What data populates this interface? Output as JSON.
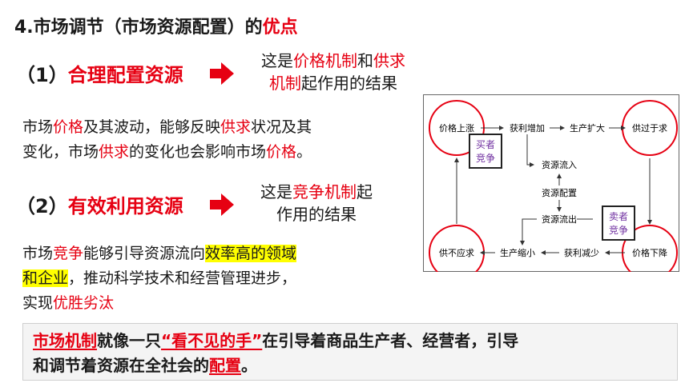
{
  "title": {
    "main": "4.市场调节（市场资源配置）的",
    "highlight": "优点"
  },
  "point1": {
    "number": "（1）",
    "label": "合理配置资源",
    "note_line1_a": "这是",
    "note_line1_b": "价格机制",
    "note_line1_c": "和",
    "note_line1_d": "供求",
    "note_line2_a": "机制",
    "note_line2_b": "起作用的结果",
    "para_a": "市场",
    "para_b": "价格",
    "para_c": "及其波动，能够反映",
    "para_d": "供求",
    "para_e": "状况及其",
    "para_f": "变化，市场",
    "para_g": "供求",
    "para_h": "的变化也会影响市场",
    "para_i": "价格",
    "para_j": "。"
  },
  "point2": {
    "number": "（2）",
    "label": "有效利用资源",
    "note_line1_a": "这是",
    "note_line1_b": "竞争机制",
    "note_line1_c": "起",
    "note_line2": "作用的结果",
    "para_a": "市场",
    "para_b": "竞争",
    "para_c": "能够引导资源流向",
    "para_d": "效率高的领域",
    "para_e": "和企业",
    "para_f": "，推动科学技术和经营管理进步，",
    "para_g": "实现",
    "para_h": "优胜劣汰"
  },
  "bottom": {
    "a": "市场机制",
    "b": "就像一只",
    "c": "“看不见的手”",
    "d": "在引导着商品生产者、经营者，引导",
    "e": "和调节着资源在全社会的",
    "f": "配置",
    "g": "。"
  },
  "diagram": {
    "price_up": "价格上涨",
    "profit_up": "获利增加",
    "production_up": "生产扩大",
    "supply_exceeds": "供过于求",
    "resource_in": "资源流入",
    "resource_alloc": "资源配置",
    "resource_out": "资源流出",
    "supply_short": "供不应求",
    "production_down": "生产缩小",
    "profit_down": "获利减少",
    "price_down": "价格下降",
    "buyer_1": "买者",
    "buyer_2": "竞争",
    "seller_1": "卖者",
    "seller_2": "竞争"
  },
  "colors": {
    "accent": "#e60012",
    "highlight": "#ffff00",
    "box_purple": "#7030a0"
  }
}
